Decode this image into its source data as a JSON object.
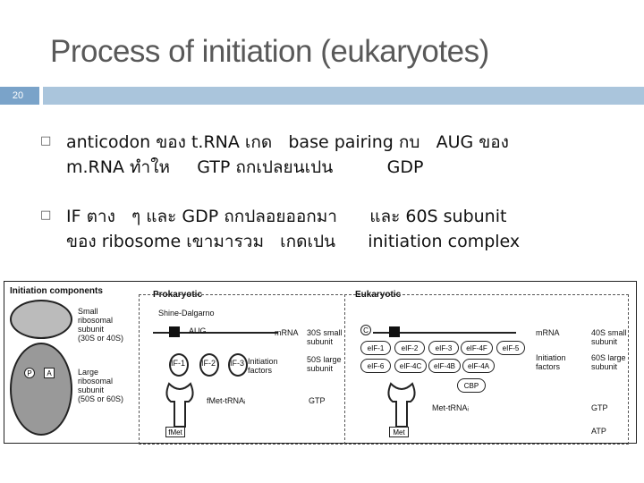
{
  "slide": {
    "title": "Process of initiation (eukaryotes)",
    "number": "20",
    "bullets": [
      {
        "line1": "anticodon ของ t.RNA เกด   base pairing กบ   AUG ของ",
        "line2": "m.RNA ทำให     GTP ถกเปลยนเปน          GDP"
      },
      {
        "line1": "IF ตาง   ๆ และ GDP ถกปลอยออกมา      และ 60S subunit",
        "line2": "ของ ribosome เขามารวม   เกดเปน      initiation complex"
      }
    ]
  },
  "figure": {
    "components_header": "Initiation components",
    "prokaryotic_header": "Prokaryotic",
    "eukaryotic_header": "Eukaryotic",
    "small_subunit": "Small\nribosomal\nsubunit\n(30S or 40S)",
    "large_subunit": "Large\nribosomal\nsubunit\n(50S or 60S)",
    "site_p": "P",
    "site_a": "A",
    "shine_dalgarno": "Shine-Dalgarno",
    "aug": "AUG",
    "pro_mrna": "mRNA",
    "pro_30s": "30S small\nsubunit",
    "pro_if": [
      "IF-1",
      "IF-2",
      "IF-3"
    ],
    "pro_initiation_factors": "Initiation\nfactors",
    "pro_50s": "50S large\nsubunit",
    "pro_trna": "fMet-tRNAᵢ",
    "pro_gtp": "GTP",
    "pro_met": "fMet",
    "cap": "C",
    "euk_factors_row1": [
      "eIF-1",
      "eIF-2",
      "eIF-3",
      "eIF-4F",
      "eIF-5"
    ],
    "euk_factors_row2": [
      "eIF-6",
      "eIF-4C",
      "eIF-4B",
      "eIF-4A"
    ],
    "euk_cbp": "CBP",
    "euk_mrna": "mRNA",
    "euk_initiation_factors": "Initiation\nfactors",
    "euk_40s": "40S small\nsubunit",
    "euk_60s": "60S large\nsubunit",
    "euk_trna": "Met-tRNAᵢ",
    "euk_met": "Met",
    "euk_gtp": "GTP",
    "euk_atp": "ATP"
  }
}
